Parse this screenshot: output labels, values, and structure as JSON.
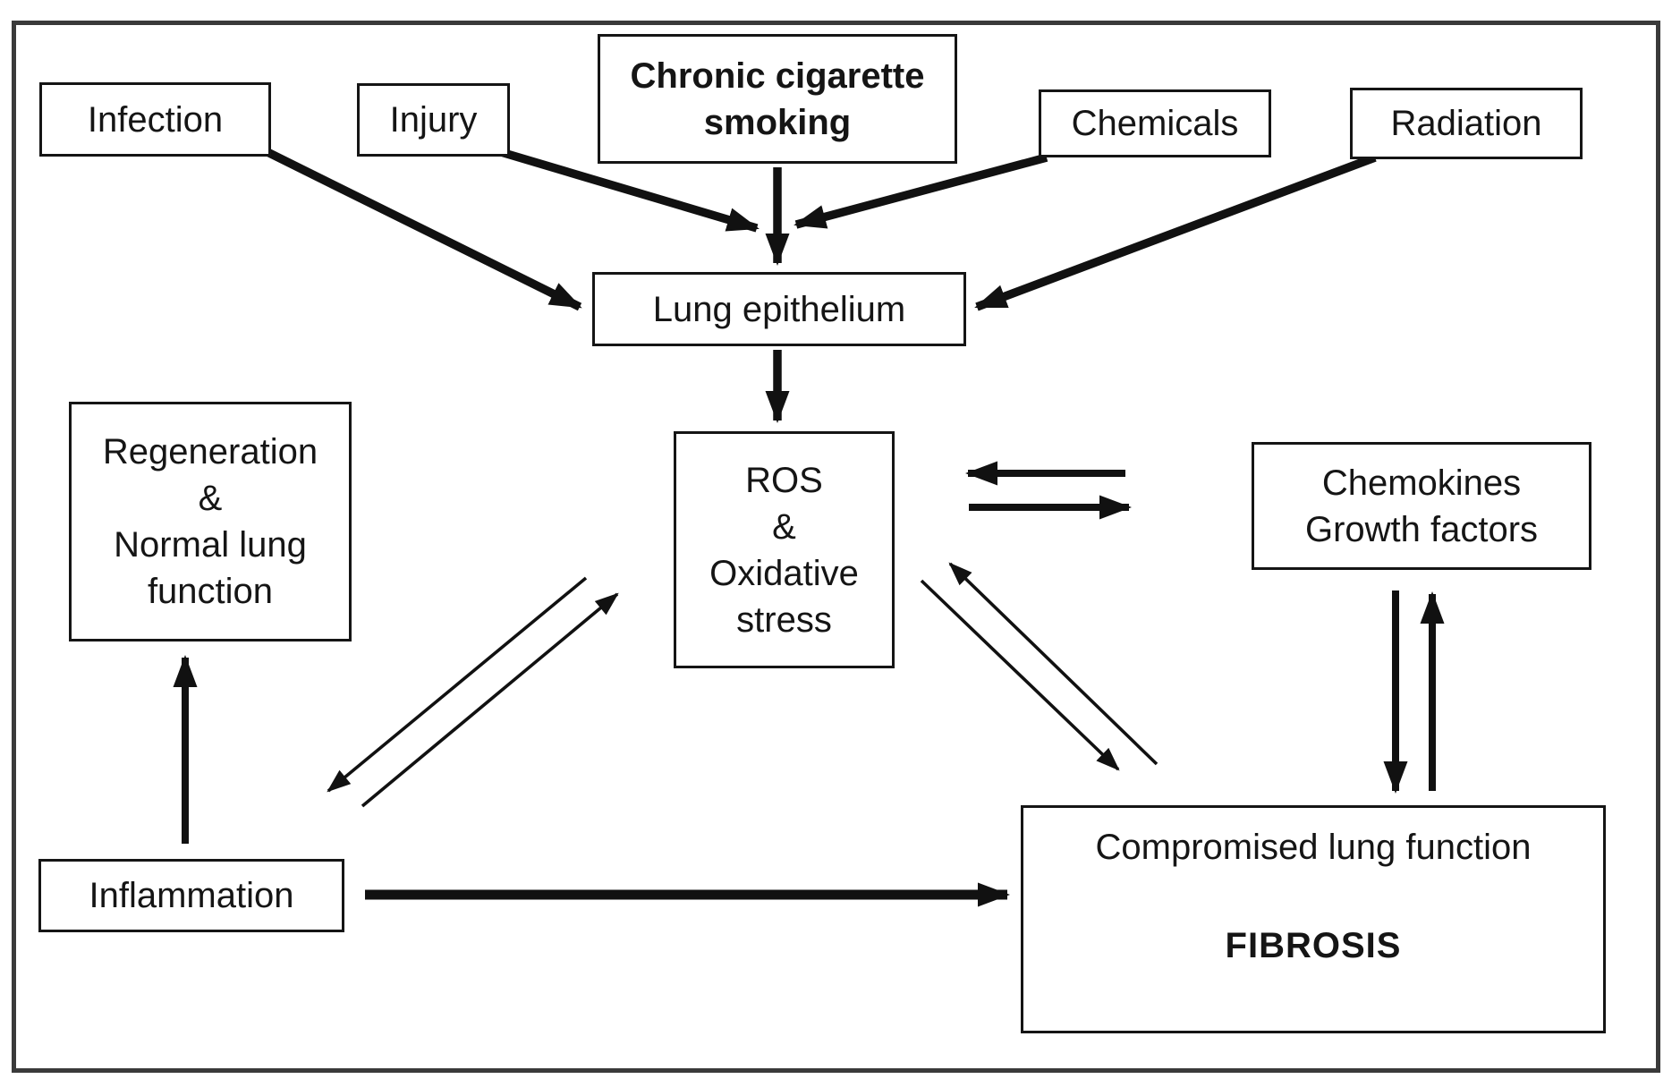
{
  "diagram": {
    "description": "Flowchart of insults to the lung epithelium leading to oxidative stress, inflammation and fibrosis",
    "colors": {
      "background": "#ffffff",
      "node_border": "#151515",
      "arrow": "#111111",
      "outer_frame": "#3a3a3a"
    },
    "nodes": {
      "infection": {
        "label": "Infection"
      },
      "injury": {
        "label": "Injury"
      },
      "chronic_smoking": {
        "line1": "Chronic cigarette",
        "line2": "smoking"
      },
      "chemicals": {
        "label": "Chemicals"
      },
      "radiation": {
        "label": "Radiation"
      },
      "lung_epithelium": {
        "label": "Lung epithelium"
      },
      "ros": {
        "line1": "ROS",
        "line2": "&",
        "line3": "Oxidative",
        "line4": "stress"
      },
      "chemokines": {
        "line1": "Chemokines",
        "line2": "Growth factors"
      },
      "regeneration": {
        "line1": "Regeneration",
        "line2": "&",
        "line3": "Normal lung",
        "line4": "function"
      },
      "inflammation": {
        "label": "Inflammation"
      },
      "compromised": {
        "line1": "Compromised lung function",
        "line2": "FIBROSIS"
      }
    },
    "edges": [
      {
        "from": "infection",
        "to": "lung_epithelium",
        "style": "thick"
      },
      {
        "from": "injury",
        "to": "lung_epithelium",
        "style": "thick"
      },
      {
        "from": "chronic_smoking",
        "to": "lung_epithelium",
        "style": "thick"
      },
      {
        "from": "chemicals",
        "to": "lung_epithelium",
        "style": "thick"
      },
      {
        "from": "radiation",
        "to": "lung_epithelium",
        "style": "thick"
      },
      {
        "from": "lung_epithelium",
        "to": "ros",
        "style": "thick"
      },
      {
        "from": "chemokines",
        "to": "ros",
        "style": "medium"
      },
      {
        "from": "ros",
        "to": "chemokines",
        "style": "medium"
      },
      {
        "from": "ros",
        "to": "inflammation",
        "style": "thin"
      },
      {
        "from": "inflammation",
        "to": "ros",
        "style": "thin"
      },
      {
        "from": "ros",
        "to": "compromised",
        "style": "thin"
      },
      {
        "from": "compromised",
        "to": "ros",
        "style": "thin"
      },
      {
        "from": "chemokines",
        "to": "compromised",
        "style": "medium"
      },
      {
        "from": "compromised",
        "to": "chemokines",
        "style": "medium"
      },
      {
        "from": "inflammation",
        "to": "regeneration",
        "style": "medium"
      },
      {
        "from": "inflammation",
        "to": "compromised",
        "style": "extra-thick"
      }
    ]
  }
}
